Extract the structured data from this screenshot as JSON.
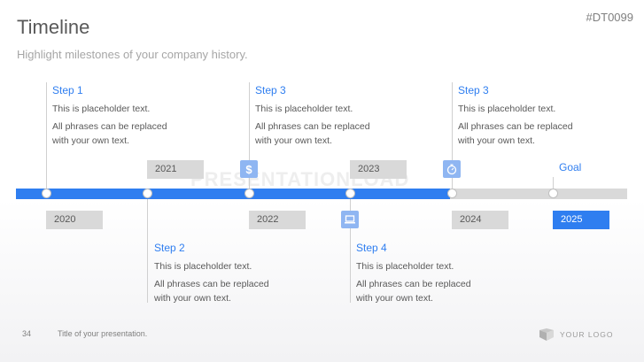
{
  "header": {
    "title": "Timeline",
    "subtitle": "Highlight milestones of your company history.",
    "code": "#DT0099"
  },
  "steps_top": [
    {
      "title": "Step 1",
      "line1": "This is placeholder text.",
      "line2": "All phrases can be replaced",
      "line3": "with your own text."
    },
    {
      "title": "Step 3",
      "line1": "This is placeholder text.",
      "line2": "All phrases can be replaced",
      "line3": "with your own text."
    },
    {
      "title": "Step 3",
      "line1": "This is placeholder text.",
      "line2": "All phrases can be replaced",
      "line3": "with your own text."
    }
  ],
  "steps_bottom": [
    {
      "title": "Step 2",
      "line1": "This is placeholder text.",
      "line2": "All phrases can be replaced",
      "line3": "with your own text."
    },
    {
      "title": "Step 4",
      "line1": "This is placeholder text.",
      "line2": "All phrases can be replaced",
      "line3": "with your own text."
    }
  ],
  "years": {
    "y2020": "2020",
    "y2021": "2021",
    "y2022": "2022",
    "y2023": "2023",
    "y2024": "2024",
    "y2025": "2025"
  },
  "goal": "Goal",
  "watermark": "PRESENTATIONLOAD",
  "progress_fraction": 0.71,
  "icons": [
    "dollar-icon",
    "laptop-icon",
    "stopwatch-icon"
  ],
  "colors": {
    "accent": "#2f7ef0",
    "track": "#d9d9d9",
    "icon_bg": "#8fb6f2"
  },
  "footer": {
    "page_number": "34",
    "presentation_title": "Title of your presentation.",
    "logo": "YOUR LOGO"
  }
}
